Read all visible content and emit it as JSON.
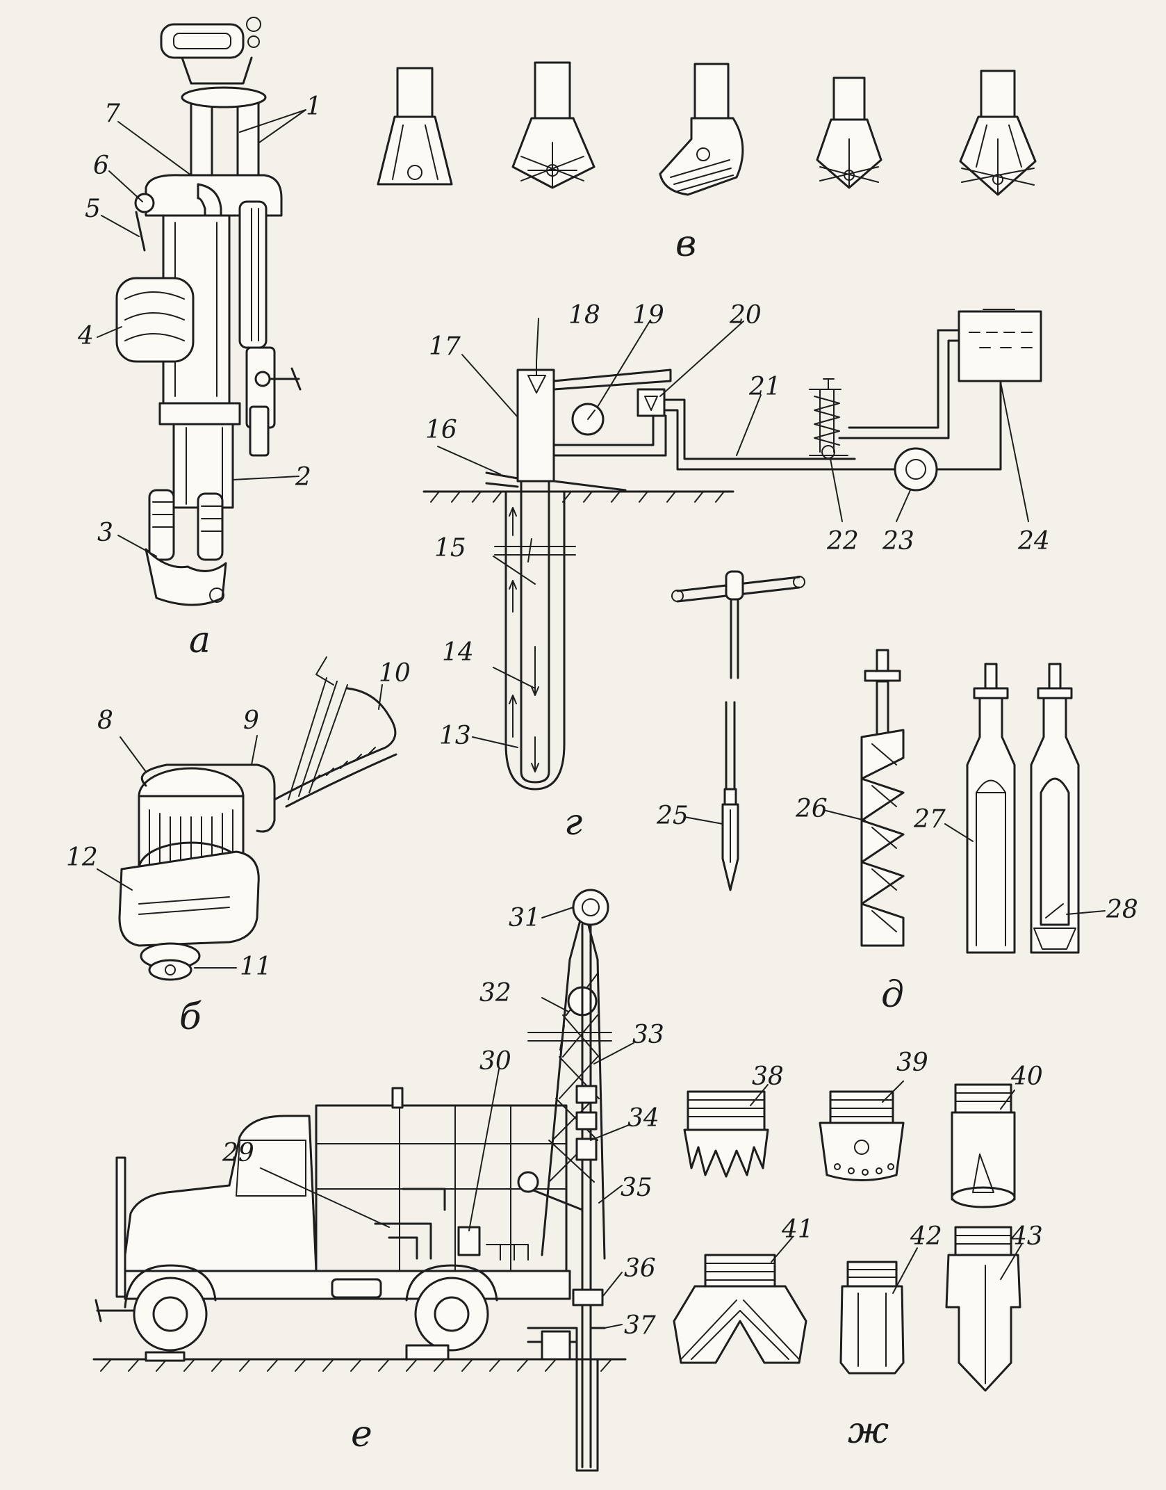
{
  "panel_letters": {
    "a": "а",
    "b": "б",
    "v": "в",
    "g": "г",
    "d": "д",
    "e": "е",
    "zh": "ж"
  },
  "numbers": {
    "n1": "1",
    "n2": "2",
    "n3": "3",
    "n4": "4",
    "n5": "5",
    "n6": "6",
    "n7": "7",
    "n8": "8",
    "n9": "9",
    "n10": "10",
    "n11": "11",
    "n12": "12",
    "n13": "13",
    "n14": "14",
    "n15": "15",
    "n16": "16",
    "n17": "17",
    "n18": "18",
    "n19": "19",
    "n20": "20",
    "n21": "21",
    "n22": "22",
    "n23": "23",
    "n24": "24",
    "n25": "25",
    "n26": "26",
    "n27": "27",
    "n28": "28",
    "n29": "29",
    "n30": "30",
    "n31": "31",
    "n32": "32",
    "n33": "33",
    "n34": "34",
    "n35": "35",
    "n36": "36",
    "n37": "37",
    "n38": "38",
    "n39": "39",
    "n40": "40",
    "n41": "41",
    "n42": "42",
    "n43": "43"
  },
  "colors": {
    "ink": "#1e1e1e",
    "paper": "#f3f1ea"
  }
}
